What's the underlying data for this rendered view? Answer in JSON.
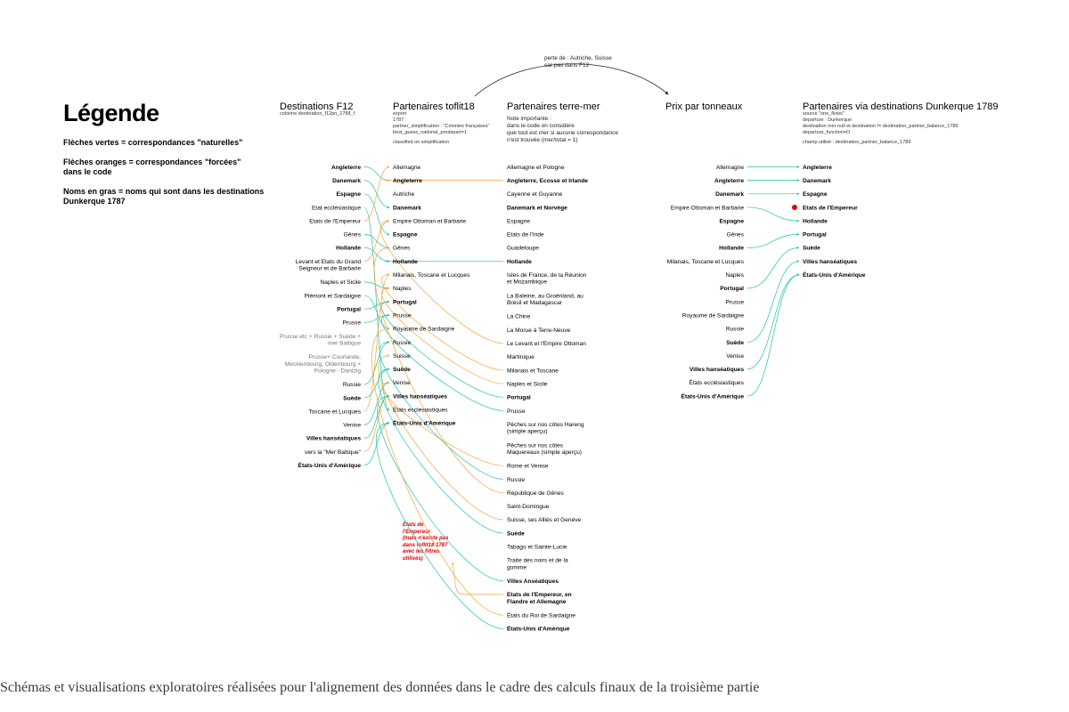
{
  "legend": {
    "title": "Légende",
    "green": "Flèches vertes = correspondances \"naturelles\"",
    "orange_1": "Flèches oranges = correspondances \"forcées\"",
    "orange_2": "dans le code",
    "bold_1": "Noms en gras = noms qui sont dans les destinations",
    "bold_2": "Dunkerque 1787"
  },
  "top_note": {
    "line1": "perte de : Autriche, Suisse",
    "line2": "car pas dans F12"
  },
  "columns": [
    {
      "id": "f12",
      "title": "Destinations F12",
      "sub": [
        "colonne destination_f12pn_1788_f"
      ],
      "items": [
        {
          "label": "Angleterre",
          "bold": true
        },
        {
          "label": "Danemark",
          "bold": true
        },
        {
          "label": "Espagne",
          "bold": true
        },
        {
          "label": "Etat ecclésiastique",
          "bold": false
        },
        {
          "label": "Etats de l'Empereur",
          "bold": false
        },
        {
          "label": "Gênes",
          "bold": false
        },
        {
          "label": "Hollande",
          "bold": true
        },
        {
          "label": "Levant et Etats du Grand\nSeigneur et de Barbarie",
          "bold": false
        },
        {
          "label": "Naples et Sicile",
          "bold": false
        },
        {
          "label": "Piémont et Sardaigne",
          "bold": false
        },
        {
          "label": "Portugal",
          "bold": true
        },
        {
          "label": "Prusse",
          "bold": false
        },
        {
          "label": "Prusse etc + Russie + Suède +\nmer Baltique",
          "bold": false,
          "grey": true
        },
        {
          "label": "Prusse+ Courlande,\nMecklenbourg, Oldenbourg +\nPologne - Dantzig",
          "bold": false,
          "grey": true
        },
        {
          "label": "Russie",
          "bold": false
        },
        {
          "label": "Suède",
          "bold": true
        },
        {
          "label": "Toscane et Lucques",
          "bold": false
        },
        {
          "label": "Venise",
          "bold": false
        },
        {
          "label": "Villes hanséatiques",
          "bold": true
        },
        {
          "label": "vers la \"Mer Baltique\"",
          "bold": false
        },
        {
          "label": "États-Unis d'Amérique",
          "bold": true
        }
      ]
    },
    {
      "id": "toflit",
      "title": "Partenaires toflit18",
      "sub": [
        "export",
        "1787",
        "partner_simplification : \"Colonies françaises\"",
        "best_guess_national_prodxpart=1",
        "",
        "classified on simplification"
      ],
      "items": [
        {
          "label": "Allemagne",
          "bold": false
        },
        {
          "label": "Angleterre",
          "bold": true
        },
        {
          "label": "Autriche",
          "bold": false
        },
        {
          "label": "Danemark",
          "bold": true
        },
        {
          "label": "Empire Ottoman et Barbarie",
          "bold": false
        },
        {
          "label": "Espagne",
          "bold": true
        },
        {
          "label": "Gênes",
          "bold": false
        },
        {
          "label": "Hollande",
          "bold": true
        },
        {
          "label": "Milanais, Toscane et Lucques",
          "bold": false
        },
        {
          "label": "Naples",
          "bold": false
        },
        {
          "label": "Portugal",
          "bold": true
        },
        {
          "label": "Prusse",
          "bold": false
        },
        {
          "label": "Royaume de Sardaigne",
          "bold": false
        },
        {
          "label": "Russie",
          "bold": false
        },
        {
          "label": "Suisse",
          "bold": false
        },
        {
          "label": "Suède",
          "bold": true
        },
        {
          "label": "Venise",
          "bold": false
        },
        {
          "label": "Villes hanséatiques",
          "bold": true
        },
        {
          "label": "États ecclésiastiques",
          "bold": false
        },
        {
          "label": "États-Unis d'Amérique",
          "bold": true
        }
      ]
    },
    {
      "id": "terremer",
      "title": "Partenaires terre-mer",
      "sub": [
        "Note importante :",
        "dans le code on considère",
        "que tout est mer si aucune correspondance",
        "n'est trouvée (mer/total = 1)"
      ],
      "items": [
        {
          "label": "Allemagne et Pologne",
          "bold": false
        },
        {
          "label": "Angleterre, Ecosse et Irlande",
          "bold": true
        },
        {
          "label": "Cayenne et Guyanne",
          "bold": false
        },
        {
          "label": "Danemark et Norvège",
          "bold": true
        },
        {
          "label": "Espagne",
          "bold": false
        },
        {
          "label": "Etats de l'Inde",
          "bold": false
        },
        {
          "label": "Guadeloupe",
          "bold": false
        },
        {
          "label": "Hollande",
          "bold": true
        },
        {
          "label": "Isles de France, de la Réunion\net Mozambique",
          "bold": false
        },
        {
          "label": "La Baleine, au Groënland, au\nBrésil et Madagascar",
          "bold": false
        },
        {
          "label": "La Chine",
          "bold": false
        },
        {
          "label": "La Morue à Terre-Neuve",
          "bold": false
        },
        {
          "label": "Le Levant et l'Empire Ottoman",
          "bold": false
        },
        {
          "label": "Martinique",
          "bold": false
        },
        {
          "label": "Milanais et Toscane",
          "bold": false
        },
        {
          "label": "Naples et Sicile",
          "bold": false
        },
        {
          "label": "Portugal",
          "bold": true
        },
        {
          "label": "Prusse",
          "bold": false
        },
        {
          "label": "Pêches sur nos côtes Hareng\n(simple aperçu)",
          "bold": false
        },
        {
          "label": "Pêches sur nos côtes\nMaquereaux (simple aperçu)",
          "bold": false
        },
        {
          "label": "Rome et Venise",
          "bold": false
        },
        {
          "label": "Russie",
          "bold": false
        },
        {
          "label": "République de Gênes",
          "bold": false
        },
        {
          "label": "Saint-Domingue",
          "bold": false
        },
        {
          "label": "Suisse, ses Alliés et Genève",
          "bold": false
        },
        {
          "label": "Suède",
          "bold": true
        },
        {
          "label": "Tabago et Sainte-Lucie",
          "bold": false
        },
        {
          "label": "Traite des noirs et de la\ngomme",
          "bold": false
        },
        {
          "label": "Villes Anséatiques",
          "bold": true
        },
        {
          "label": "Etats de l'Empereur, en\nFlandre et Allemagne",
          "bold": true
        },
        {
          "label": "États du Roi de Sardaigne",
          "bold": false
        },
        {
          "label": "États-Unis d'Amérique",
          "bold": true
        }
      ]
    },
    {
      "id": "prix",
      "title": "Prix par tonneaux",
      "sub": [],
      "items": [
        {
          "label": "Allemagne",
          "bold": false
        },
        {
          "label": "Angleterre",
          "bold": true
        },
        {
          "label": "Danemark",
          "bold": true
        },
        {
          "label": "Empire Ottoman et Barbarie",
          "bold": false
        },
        {
          "label": "Espagne",
          "bold": true
        },
        {
          "label": "Gênes",
          "bold": false
        },
        {
          "label": "Hollande",
          "bold": true
        },
        {
          "label": "Milanais, Toscane et Lucques",
          "bold": false
        },
        {
          "label": "Naples",
          "bold": false
        },
        {
          "label": "Portugal",
          "bold": true
        },
        {
          "label": "Prusse",
          "bold": false
        },
        {
          "label": "Royaume de Sardaigne",
          "bold": false
        },
        {
          "label": "Russie",
          "bold": false
        },
        {
          "label": "Suède",
          "bold": true
        },
        {
          "label": "Venise",
          "bold": false
        },
        {
          "label": "Villes hanséatiques",
          "bold": true
        },
        {
          "label": "États ecclésiastiques",
          "bold": false
        },
        {
          "label": "États-Unis d'Amérique",
          "bold": true
        }
      ]
    },
    {
      "id": "dunk",
      "title": "Partenaires via destinations Dunkerque 1789",
      "sub": [
        "source \"one_flows\"",
        "departure : Dunkerque",
        "destination non-null et destination != destination_partner_balance_1789",
        "departure_function=O",
        "",
        "champ utilisé : destination_partner_balance_1789"
      ],
      "items": [
        {
          "label": "Angleterre",
          "bold": true
        },
        {
          "label": "Danemark",
          "bold": true
        },
        {
          "label": "Espagne",
          "bold": true
        },
        {
          "label": "Etats de l'Empereur",
          "bold": true,
          "red_dot": true
        },
        {
          "label": "Hollande",
          "bold": true
        },
        {
          "label": "Portugal",
          "bold": true
        },
        {
          "label": "Suède",
          "bold": true
        },
        {
          "label": "Villes hanséatiques",
          "bold": true
        },
        {
          "label": "États-Unis d'Amérique",
          "bold": true
        }
      ]
    }
  ],
  "annotation": [
    "États de",
    "l'Empereur",
    "(mais n'existe pas",
    "dans toflit18 1787",
    "avec les filtres",
    "utilisés)"
  ],
  "colors": {
    "green": "#1fc4a4",
    "orange": "#f5a23a",
    "red": "#e00000",
    "text": "#000000"
  },
  "links": [
    {
      "from": [
        "f12",
        0
      ],
      "to": [
        "toflit",
        1
      ],
      "color": "green"
    },
    {
      "from": [
        "f12",
        1
      ],
      "to": [
        "toflit",
        3
      ],
      "color": "green"
    },
    {
      "from": [
        "f12",
        2
      ],
      "to": [
        "toflit",
        5
      ],
      "color": "green"
    },
    {
      "from": [
        "f12",
        3
      ],
      "to": [
        "toflit",
        18
      ],
      "color": "green"
    },
    {
      "from": [
        "f12",
        4
      ],
      "to": [
        "toflit",
        0
      ],
      "color": "orange"
    },
    {
      "from": [
        "f12",
        5
      ],
      "to": [
        "toflit",
        6
      ],
      "color": "green"
    },
    {
      "from": [
        "f12",
        6
      ],
      "to": [
        "toflit",
        7
      ],
      "color": "green"
    },
    {
      "from": [
        "f12",
        7
      ],
      "to": [
        "toflit",
        4
      ],
      "color": "orange"
    },
    {
      "from": [
        "f12",
        8
      ],
      "to": [
        "toflit",
        9
      ],
      "color": "green"
    },
    {
      "from": [
        "f12",
        9
      ],
      "to": [
        "toflit",
        12
      ],
      "color": "green"
    },
    {
      "from": [
        "f12",
        10
      ],
      "to": [
        "toflit",
        10
      ],
      "color": "green"
    },
    {
      "from": [
        "f12",
        11
      ],
      "to": [
        "toflit",
        11
      ],
      "color": "green"
    },
    {
      "from": [
        "f12",
        14
      ],
      "to": [
        "toflit",
        13
      ],
      "color": "green"
    },
    {
      "from": [
        "f12",
        15
      ],
      "to": [
        "toflit",
        15
      ],
      "color": "green"
    },
    {
      "from": [
        "f12",
        16
      ],
      "to": [
        "toflit",
        8
      ],
      "color": "orange"
    },
    {
      "from": [
        "f12",
        17
      ],
      "to": [
        "toflit",
        16
      ],
      "color": "green"
    },
    {
      "from": [
        "f12",
        18
      ],
      "to": [
        "toflit",
        17
      ],
      "color": "green"
    },
    {
      "from": [
        "f12",
        19
      ],
      "to": [
        "toflit",
        17
      ],
      "color": "orange"
    },
    {
      "from": [
        "f12",
        20
      ],
      "to": [
        "toflit",
        19
      ],
      "color": "green"
    },
    {
      "from": [
        "terremer",
        1
      ],
      "to": [
        "toflit",
        1
      ],
      "color": "orange"
    },
    {
      "from": [
        "terremer",
        7
      ],
      "to": [
        "toflit",
        7
      ],
      "color": "green"
    },
    {
      "from": [
        "terremer",
        12
      ],
      "to": [
        "toflit",
        4
      ],
      "color": "orange"
    },
    {
      "from": [
        "terremer",
        14
      ],
      "to": [
        "toflit",
        8
      ],
      "color": "orange"
    },
    {
      "from": [
        "terremer",
        15
      ],
      "to": [
        "toflit",
        9
      ],
      "color": "orange"
    },
    {
      "from": [
        "terremer",
        16
      ],
      "to": [
        "toflit",
        10
      ],
      "color": "green"
    },
    {
      "from": [
        "terremer",
        17
      ],
      "to": [
        "toflit",
        11
      ],
      "color": "green"
    },
    {
      "from": [
        "terremer",
        20
      ],
      "to": [
        "toflit",
        16
      ],
      "color": "orange"
    },
    {
      "from": [
        "terremer",
        21
      ],
      "to": [
        "toflit",
        13
      ],
      "color": "green"
    },
    {
      "from": [
        "terremer",
        22
      ],
      "to": [
        "toflit",
        6
      ],
      "color": "orange"
    },
    {
      "from": [
        "terremer",
        24
      ],
      "to": [
        "toflit",
        14
      ],
      "color": "orange"
    },
    {
      "from": [
        "terremer",
        25
      ],
      "to": [
        "toflit",
        15
      ],
      "color": "green"
    },
    {
      "from": [
        "terremer",
        28
      ],
      "to": [
        "toflit",
        17
      ],
      "color": "green"
    },
    {
      "from": [
        "terremer",
        29
      ],
      "to": [
        "annotation",
        0
      ],
      "color": "orange"
    },
    {
      "from": [
        "terremer",
        30
      ],
      "to": [
        "toflit",
        12
      ],
      "color": "orange"
    },
    {
      "from": [
        "terremer",
        31
      ],
      "to": [
        "toflit",
        19
      ],
      "color": "green"
    },
    {
      "from": [
        "prix",
        0
      ],
      "to": [
        "dunk",
        0
      ],
      "color": "green"
    },
    {
      "from": [
        "prix",
        1
      ],
      "to": [
        "dunk",
        1
      ],
      "color": "green"
    },
    {
      "from": [
        "prix",
        2
      ],
      "to": [
        "dunk",
        2
      ],
      "color": "green"
    },
    {
      "from": [
        "prix",
        3
      ],
      "to": [
        "dunk",
        4
      ],
      "color": "green"
    },
    {
      "from": [
        "prix",
        6
      ],
      "to": [
        "dunk",
        5
      ],
      "color": "green"
    },
    {
      "from": [
        "prix",
        9
      ],
      "to": [
        "dunk",
        6
      ],
      "color": "green"
    },
    {
      "from": [
        "prix",
        13
      ],
      "to": [
        "dunk",
        7
      ],
      "color": "green"
    },
    {
      "from": [
        "prix",
        15
      ],
      "to": [
        "dunk",
        8
      ],
      "color": "green"
    },
    {
      "from": [
        "prix",
        17
      ],
      "to": [
        "dunk",
        8
      ],
      "color": "green"
    }
  ],
  "caption": "Schémas et visualisations exploratoires réalisées pour l'alignement des données dans le cadre des calculs finaux de la troisième partie"
}
